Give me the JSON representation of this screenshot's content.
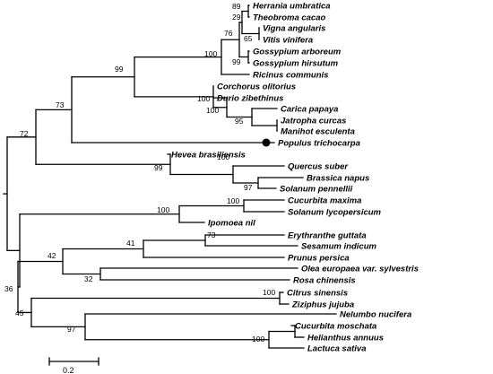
{
  "tree": {
    "taxa": [
      "Herrania umbratica",
      "Theobroma cacao",
      "Vigna angularis",
      "Vitis vinifera",
      "Gossypium arboreum",
      "Gossypium hirsutum",
      "Ricinus communis",
      "Corchorus olitorius",
      "Durio zibethinus",
      "Carica papaya",
      "Jatropha curcas",
      "Manihot esculenta",
      "Populus trichocarpa",
      "Hevea brasiliensis",
      "Quercus suber",
      "Brassica napus",
      "Solanum pennellii",
      "Cucurbita maxima",
      "Solanum lycopersicum",
      "Ipomoea nil",
      "Erythranthe guttata",
      "Sesamum indicum",
      "Prunus persica",
      "Olea europaea var. sylvestris",
      "Rosa chinensis",
      "Citrus sinensis",
      "Ziziphus jujuba",
      "Nelumbo nucifera",
      "Cucurbita moschata",
      "Helianthus annuus",
      "Lactuca sativa"
    ],
    "bootstrap": [
      "89",
      "29",
      "76",
      "65",
      "99",
      "100",
      "99",
      "100",
      "100",
      "95",
      "73",
      "99",
      "100",
      "97",
      "100",
      "72",
      "73",
      "41",
      "42",
      "32",
      "100",
      "36",
      "100",
      "100",
      "97",
      "45"
    ],
    "highlighted_taxon": "Populus trichocarpa",
    "marker": "filled-circle",
    "scale_bar": {
      "label": "0.2"
    }
  }
}
